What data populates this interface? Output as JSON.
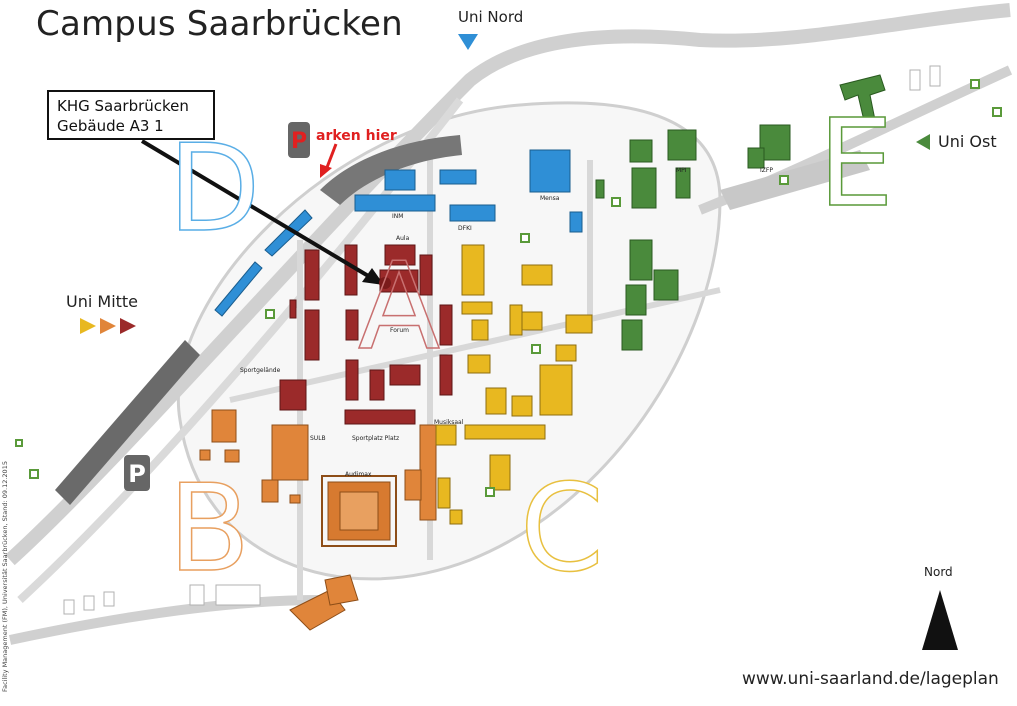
{
  "title": "Campus Saarbrücken",
  "entrances": {
    "north": "Uni Nord",
    "east": "Uni Ost",
    "middle": "Uni Mitte"
  },
  "callout": {
    "line1": "KHG Saarbrücken",
    "line2": "Gebäude A3 1"
  },
  "parking_note": "arken hier",
  "parking_symbol": "P",
  "zones": {
    "A": "A",
    "B": "B",
    "C": "C",
    "D": "D",
    "E": "E"
  },
  "zone_colors": {
    "A": "#9b2a2a",
    "B": "#e08a3c",
    "C": "#e8b820",
    "D": "#3b9ad9",
    "E": "#4a8a3c"
  },
  "compass": "Nord",
  "url": "www.uni-saarland.de/lageplan",
  "credit": "Facility Management (FM), Universität Saarbrücken, Stand: 09.12.2015",
  "building_labels": {
    "aula": "Aula",
    "forum": "Forum",
    "audimax": "Audimax",
    "musikaal": "Musiksaal",
    "platz": "Sportplatz Platz",
    "sulb": "SULB",
    "inm": "INM",
    "dfki": "DFKI",
    "mensa": "Mensa",
    "mpi": "MPI",
    "izfp": "IZFP",
    "sportgelaende": "Sportgelände"
  }
}
